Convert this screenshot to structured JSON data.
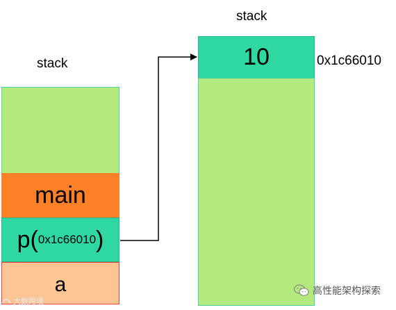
{
  "left_stack": {
    "title": "stack",
    "frames": {
      "main": "main",
      "p_prefix": "p(",
      "p_address": "0x1c66010",
      "p_suffix": ")",
      "a": "a"
    }
  },
  "right_stack": {
    "title": "stack",
    "top_value": "10",
    "address_label": "0x1c66010"
  },
  "watermarks": {
    "right_text": "高性能架构探索",
    "left_text": "大数跨境"
  },
  "colors": {
    "empty_stack": "#b3e97d",
    "main_frame": "#fc8028",
    "pointer_frame": "#2fd7a3",
    "a_frame": "#fec594",
    "a_border": "#ee3d3c"
  }
}
